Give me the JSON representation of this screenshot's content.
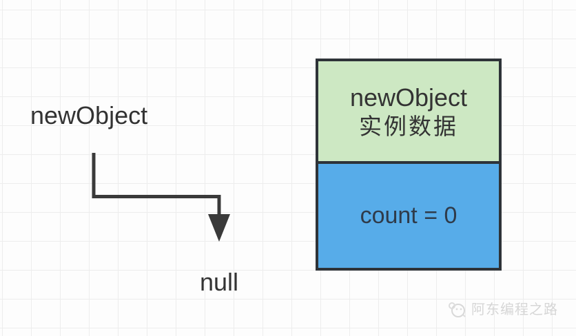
{
  "canvas": {
    "background": "#fdfdfd",
    "grid_color": "#ededed"
  },
  "diagram": {
    "reference_label": "newObject",
    "null_label": "null",
    "arrow_color": "#3a3a3a",
    "text_color": "#333333",
    "object_box": {
      "header_line1": "newObject",
      "header_line2": "实例数据",
      "header_bg": "#cde8c3",
      "body_label": "count = 0",
      "body_bg": "#57ace9",
      "body_text_color": "#2f3b4a",
      "border_color": "#2e3338"
    }
  },
  "watermark": {
    "text": "阿东编程之路",
    "color": "#d6d6d6",
    "icon": "mascot-panda-icon"
  }
}
